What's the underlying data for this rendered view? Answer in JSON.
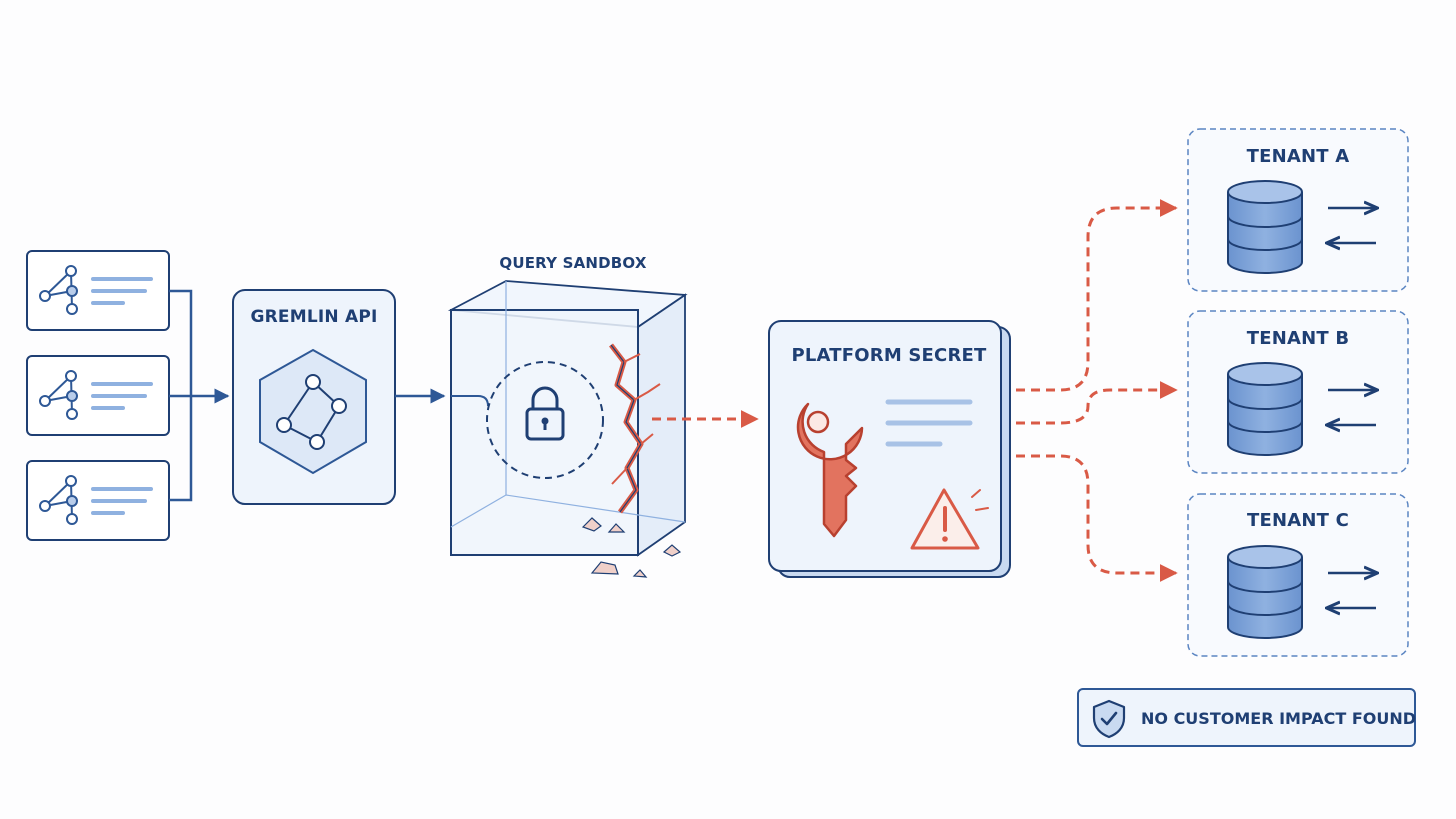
{
  "nodes": {
    "gremlin_api": {
      "label": "GREMLIN API"
    },
    "query_sandbox": {
      "label": "QUERY SANDBOX"
    },
    "platform_secret": {
      "label": "PLATFORM SECRET"
    },
    "tenants": [
      {
        "label": "TENANT A"
      },
      {
        "label": "TENANT B"
      },
      {
        "label": "TENANT C"
      }
    ]
  },
  "status": {
    "label": "NO CUSTOMER IMPACT FOUND"
  },
  "icons": {
    "client": "graph-document-icon",
    "api": "hexagon-graph-icon",
    "sandbox": "padlock-icon",
    "secret": "key-icon",
    "warning": "warning-triangle-icon",
    "tenant": "database-icon",
    "sync": "bidirectional-arrows-icon",
    "status": "shield-check-icon"
  },
  "colors": {
    "primary": "#2e5896",
    "outline": "#1f3f73",
    "fill": "#eef4fc",
    "breach": "#d95a46",
    "database": "#7fa4d8"
  }
}
